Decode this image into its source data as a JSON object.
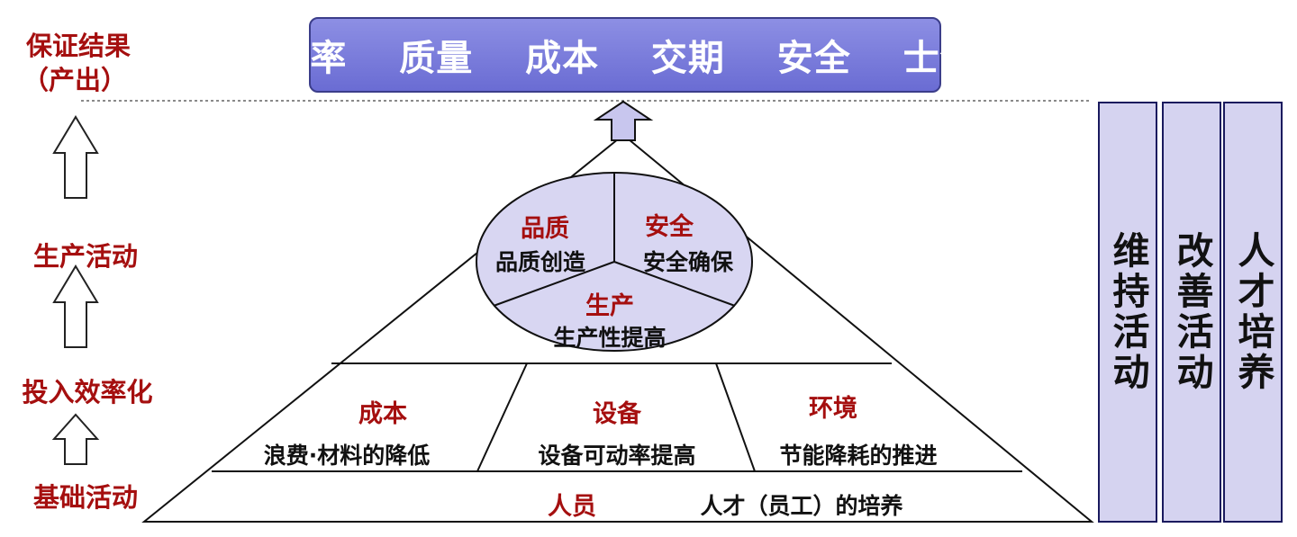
{
  "left_labels": {
    "result": "保证结果",
    "output": "（产出）",
    "production": "生产活动",
    "efficiency": "投入效率化",
    "foundation": "基础活动"
  },
  "banner": {
    "text": "效率  质量  成本  交期  安全  士气"
  },
  "circle": {
    "quality_title": "品质",
    "quality_desc": "品质创造",
    "safety_title": "安全",
    "safety_desc": "安全确保",
    "production_title": "生产",
    "production_desc": "生产性提高"
  },
  "middle": {
    "cost_title": "成本",
    "cost_desc": "浪费·材料的降低",
    "equipment_title": "设备",
    "equipment_desc": "设备可动率提高",
    "environment_title": "环境",
    "environment_desc": "节能降耗的推进"
  },
  "base": {
    "title": "人员",
    "desc": "人才（员工）的培养"
  },
  "pillars": {
    "maintain": "维持活动",
    "improve": "改善活动",
    "talent": "人才培养"
  },
  "colors": {
    "accent_red": "#a50f0f",
    "banner_fill": "#7b7ddc",
    "pillar_fill": "#d5d3f0",
    "circle_fill": "#d8d6f2"
  }
}
